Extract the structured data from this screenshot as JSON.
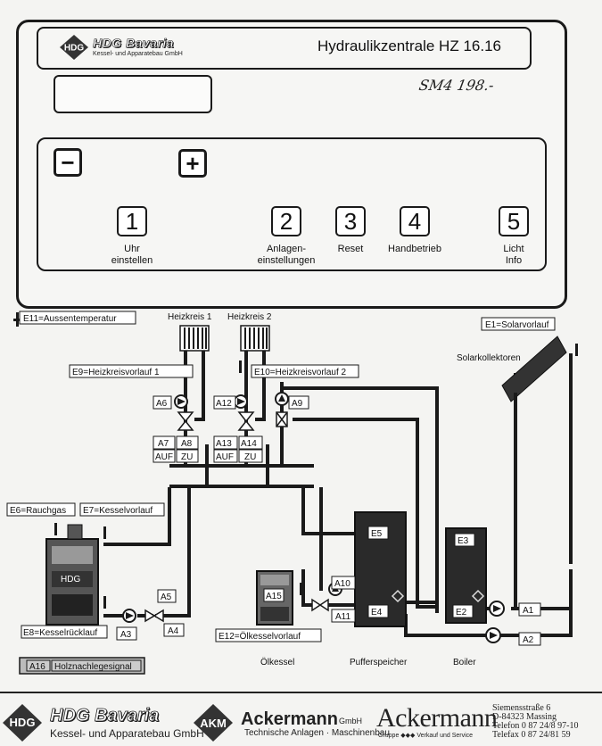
{
  "panel": {
    "logo_brand": "HDG Bavaria",
    "logo_sub": "Kessel- und Apparatebau GmbH",
    "title": "Hydraulikzentrale HZ 16.16",
    "handwritten_note": "SM4  198.-",
    "minus_key": "−",
    "plus_key": "+",
    "keys": [
      {
        "num": "1",
        "label": "Uhr\neinstellen"
      },
      {
        "num": "2",
        "label": "Anlagen-\neinstellungen"
      },
      {
        "num": "3",
        "label": "Reset"
      },
      {
        "num": "4",
        "label": "Handbetrieb"
      },
      {
        "num": "5",
        "label": "Licht\nInfo"
      }
    ]
  },
  "diagram": {
    "labels": {
      "e11": "E11=Aussentemperatur",
      "heizkreis1": "Heizkreis 1",
      "heizkreis2": "Heizkreis 2",
      "e1": "E1=Solarvorlauf",
      "solarkollektoren": "Solarkollektoren",
      "e9": "E9=Heizkreisvorlauf 1",
      "e10": "E10=Heizkreisvorlauf 2",
      "a6": "A6",
      "a12": "A12",
      "a9": "A9",
      "a7": "A7",
      "a8": "A8",
      "a13": "A13",
      "a14": "A14",
      "auf1": "AUF",
      "zu1": "ZU",
      "auf2": "AUF",
      "zu2": "ZU",
      "e6": "E6=Rauchgas",
      "e7": "E7=Kesselvorlauf",
      "hdg": "HDG",
      "a5": "A5",
      "a3": "A3",
      "a4": "A4",
      "e8": "E8=Kesselrücklauf",
      "a15": "A15",
      "a10": "A10",
      "a11": "A11",
      "e12": "E12=Ölkesselvorlauf",
      "e5": "E5",
      "e4": "E4",
      "e3": "E3",
      "e2": "E2",
      "a1": "A1",
      "a2": "A2",
      "a16": "A16",
      "a16_text": "Holznachlegesignal",
      "oelkessel": "Ölkessel",
      "pufferspeicher": "Pufferspeicher",
      "boiler": "Boiler"
    }
  },
  "footer": {
    "hdg_brand": "HDG Bavaria",
    "hdg_sub": "Kessel- und Apparatebau GmbH",
    "akm_mark": "AKM",
    "ack_brand": "Ackermann",
    "ack_gmbh": "GmbH",
    "ack_sub": "Technische Anlagen · Maschinenbau",
    "ack2_brand": "Ackermann",
    "ack2_sub": "Gruppe ◆◆◆ Verkauf und Service",
    "address": [
      "Siemensstraße 6",
      "D-84323 Massing",
      "Telefon  0 87 24/8 97-10",
      "Telefax  0 87 24/81 59"
    ]
  },
  "colors": {
    "line": "#1a1a1a",
    "tank": "#2a2a2a",
    "panel_bg": "#f6f6f4"
  }
}
